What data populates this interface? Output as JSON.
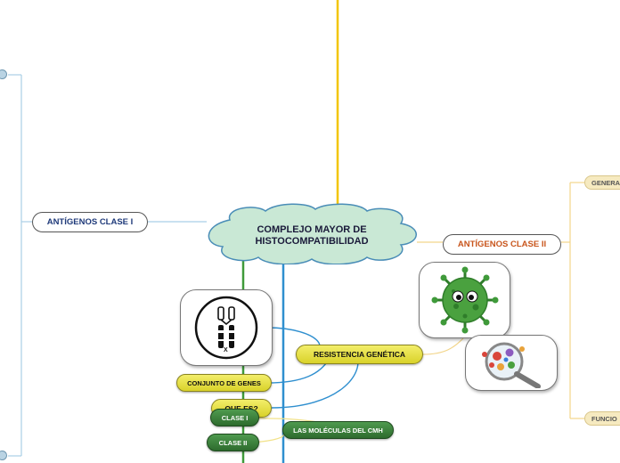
{
  "central_topic": {
    "line1": "COMPLEJO MAYOR DE",
    "line2": "HISTOCOMPATIBILIDAD"
  },
  "branches": {
    "antigenos_clase_1": "ANTÍGENOS CLASE I",
    "antigenos_clase_2": "ANTÍGENOS CLASE II",
    "resistencia_genetica": "RESISTENCIA GENÉTICA",
    "conjunto_de_genes": "CONJUNTO DE GENES",
    "que_es": "QUE ES?",
    "clase_1": "CLASE I",
    "clase_2": "CLASE II",
    "las_moleculas": "LAS MOLÉCULAS DEL CMH"
  },
  "side_tags": {
    "generalidades": "GENERA",
    "funcion": "FUNCIO"
  },
  "images": {
    "chromosome": "chromosome-icon",
    "virus": "virus-icon",
    "microbes": "microbes-magnifier-icon",
    "chromosome_label": "X"
  },
  "colors": {
    "central_fill": "#c9e8d5",
    "central_border": "#4a8db7",
    "branch_blue": "#2f8fcf",
    "branch_green": "#3f9a3a",
    "branch_yellow": "#f2c500",
    "branch_orange": "#e08a2a",
    "text_navy": "#1f3a7a",
    "text_orange": "#c8551c",
    "line_light_blue": "#a9cfe6"
  }
}
